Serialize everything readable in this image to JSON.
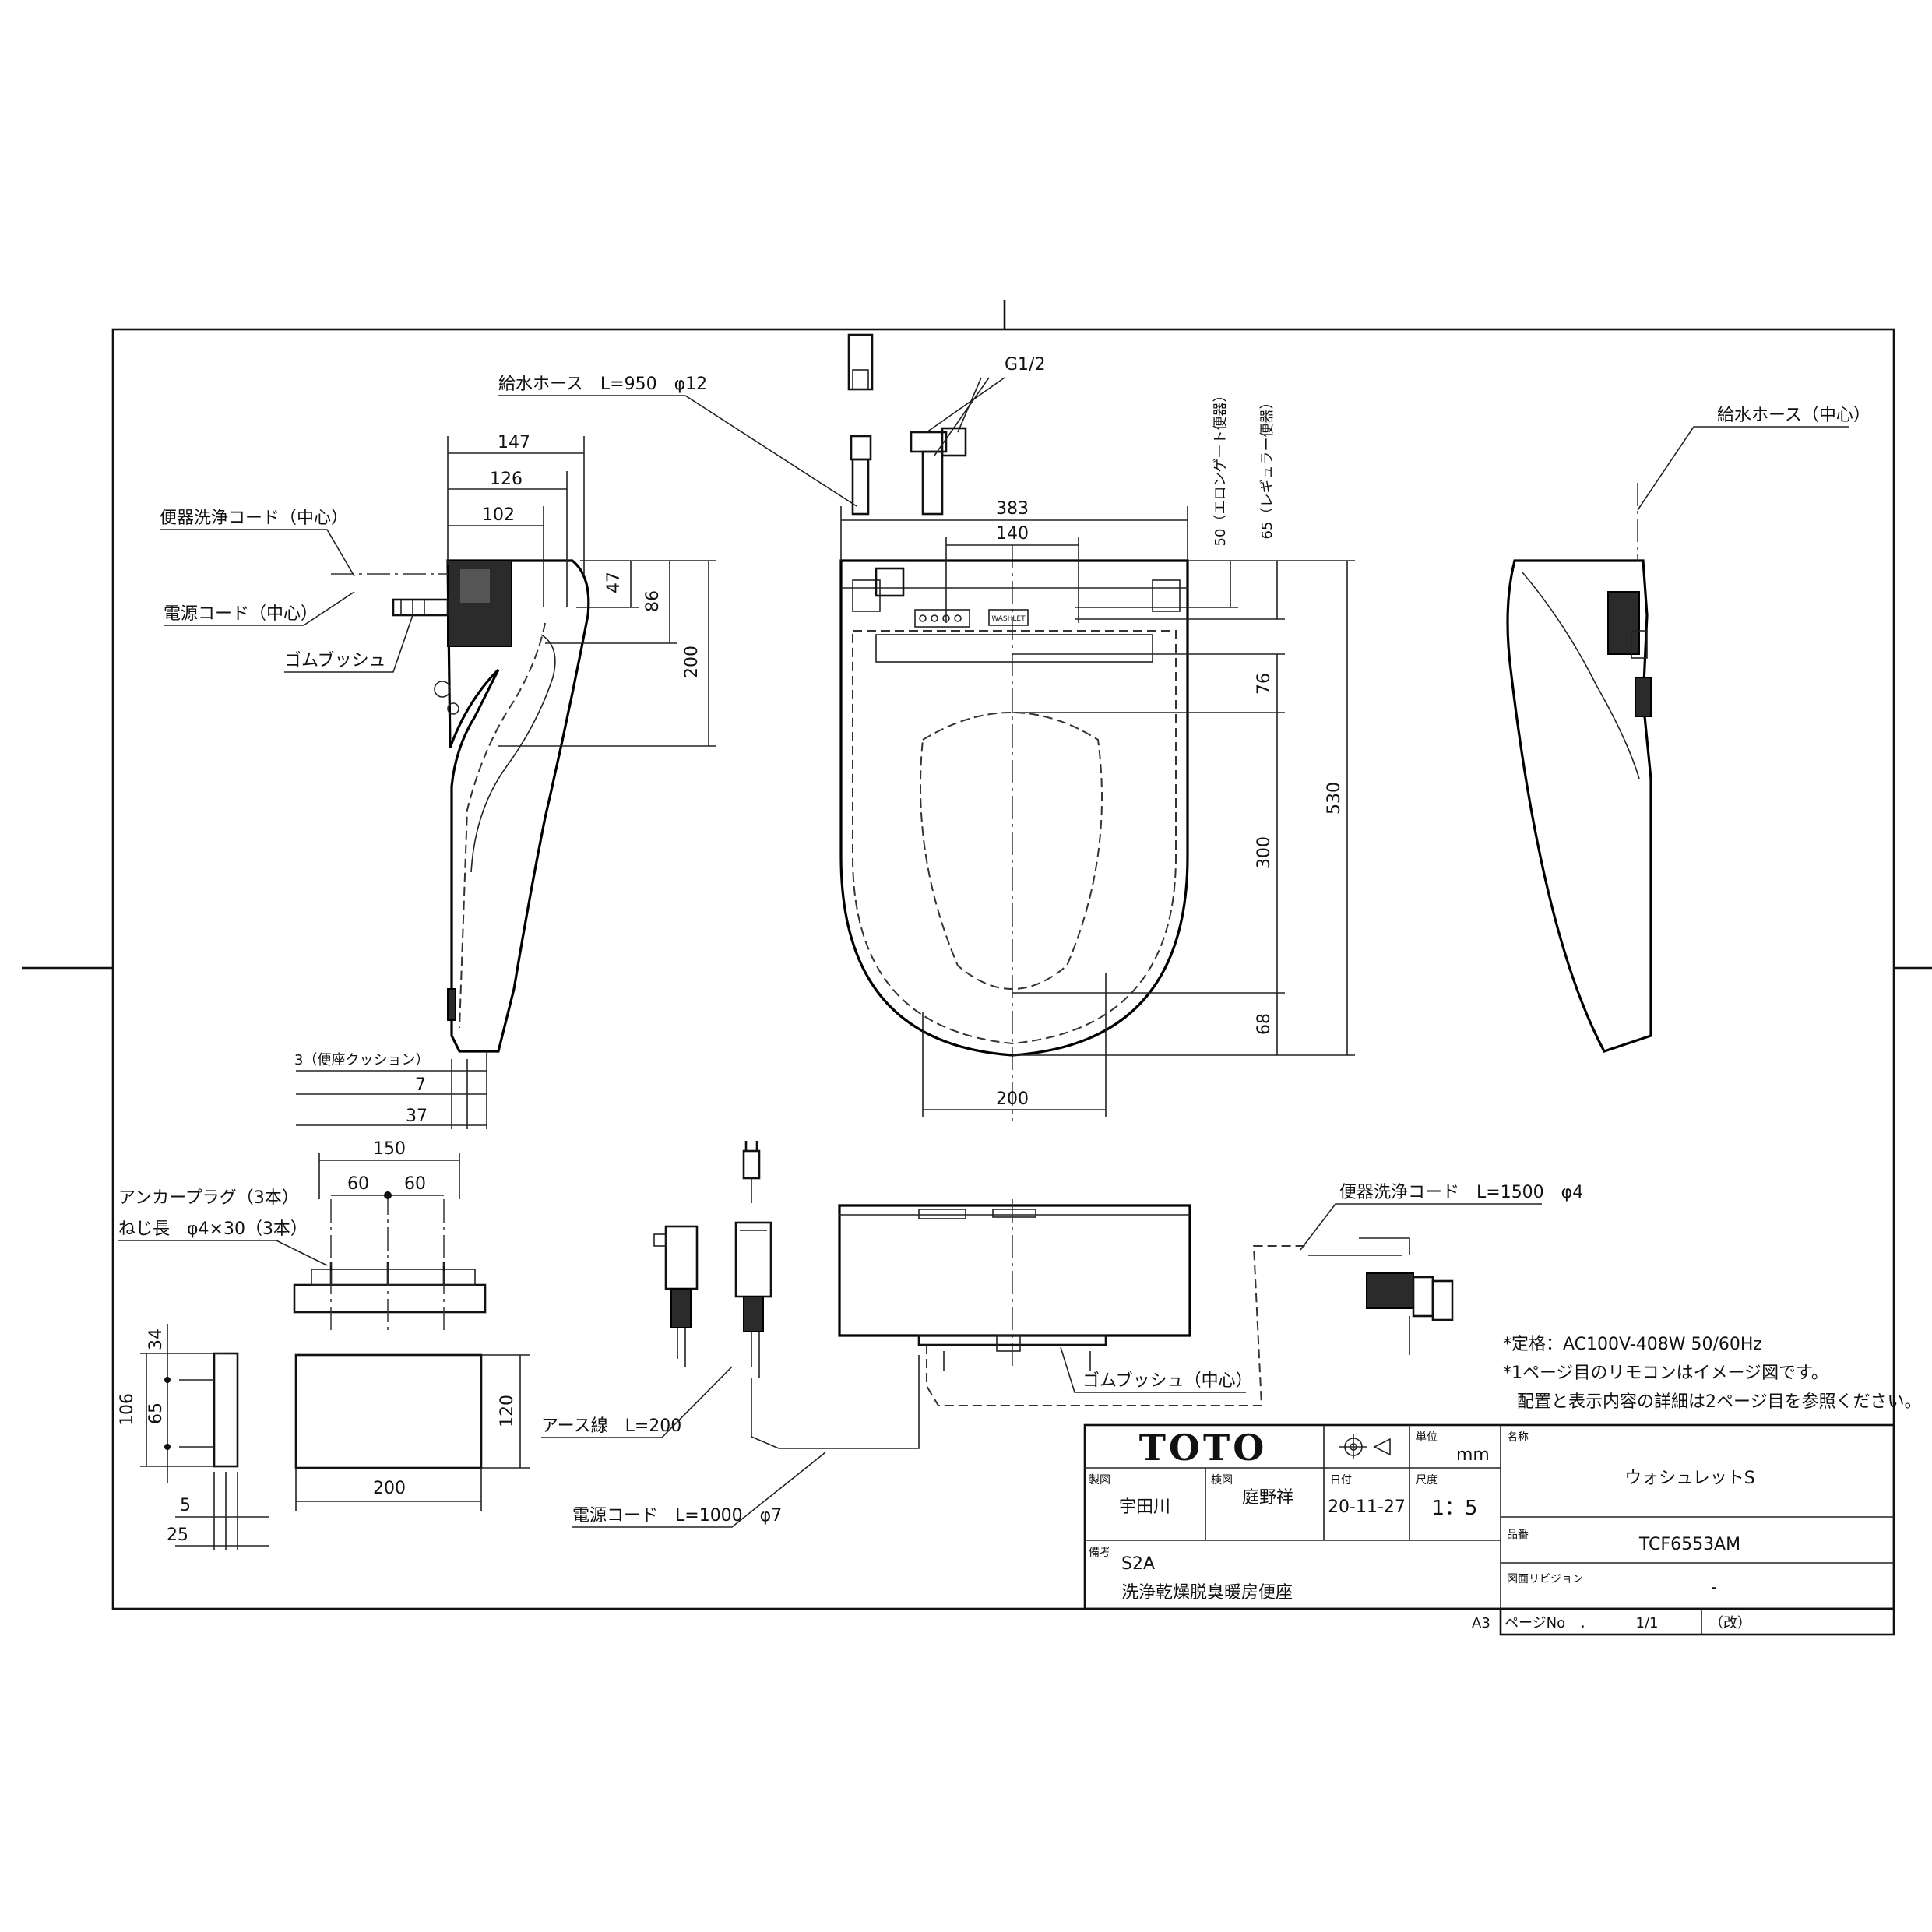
{
  "labels": {
    "supply_hose": "給水ホース　L=950　φ12",
    "g_half": "G1/2",
    "supply_hose_center": "給水ホース（中心）",
    "bowl_wash_cord_center": "便器洗浄コード（中心）",
    "power_cord_center": "電源コード（中心）",
    "rubber_bush": "ゴムブッシュ",
    "elongated": "50（エロンゲート便器）",
    "regular": "65（レギュラー便器）",
    "seat_cushion": "3（便座クッション）",
    "anchor_plug": "アンカープラグ（3本）",
    "screw_length": "ねじ長　φ4×30（3本）",
    "bowl_wash_cord": "便器洗浄コード　L=1500　φ4",
    "rubber_bush_center": "ゴムブッシュ（中心）",
    "earth_wire": "アース線　L=200",
    "power_cord": "電源コード　L=1000　φ7"
  },
  "dimensions": {
    "side_top": [
      "147",
      "126",
      "102"
    ],
    "side_right": [
      "47",
      "86",
      "200"
    ],
    "side_bottom": [
      "7",
      "37"
    ],
    "top_width": "383",
    "top_inner": "140",
    "top_right": [
      "76",
      "300",
      "68",
      "530"
    ],
    "bottom_width": "200",
    "plate_top": [
      "150",
      "60",
      "60"
    ],
    "plate_side": [
      "34",
      "106",
      "65"
    ],
    "plate_bottom": [
      "5",
      "25"
    ],
    "box_width": "200",
    "box_height": "120"
  },
  "notes": [
    "*定格：AC100V-408W 50/60Hz",
    "*1ページ目のリモコンはイメージ図です。",
    "配置と表示内容の詳細は2ページ目を参照ください。"
  ],
  "title_block": {
    "brand": "TOTO",
    "unit_label": "単位",
    "unit": "mm",
    "name_label": "名称",
    "name": "ウォシュレットS",
    "drawn_label": "製図",
    "drawn": "宇田川",
    "checked_label": "検図",
    "checked": "庭野祥",
    "date_label": "日付",
    "date": "20-11-27",
    "scale_label": "尺度",
    "scale": "1：5",
    "model_label": "品番",
    "model": "TCF6553AM",
    "remarks_label": "備考",
    "remarks_1": "S2A",
    "remarks_2": "洗浄乾燥脱臭暖房便座",
    "revision_label": "図面リビジョン",
    "revision": "-",
    "paper": "A3",
    "page_label": "ページNo　．",
    "page": "1/1",
    "page_note": "（改）"
  },
  "remote_badge": "WASHLET",
  "colors": {
    "line": "#111111",
    "paper": "#ffffff",
    "body_dark": "#2b2b2b"
  }
}
